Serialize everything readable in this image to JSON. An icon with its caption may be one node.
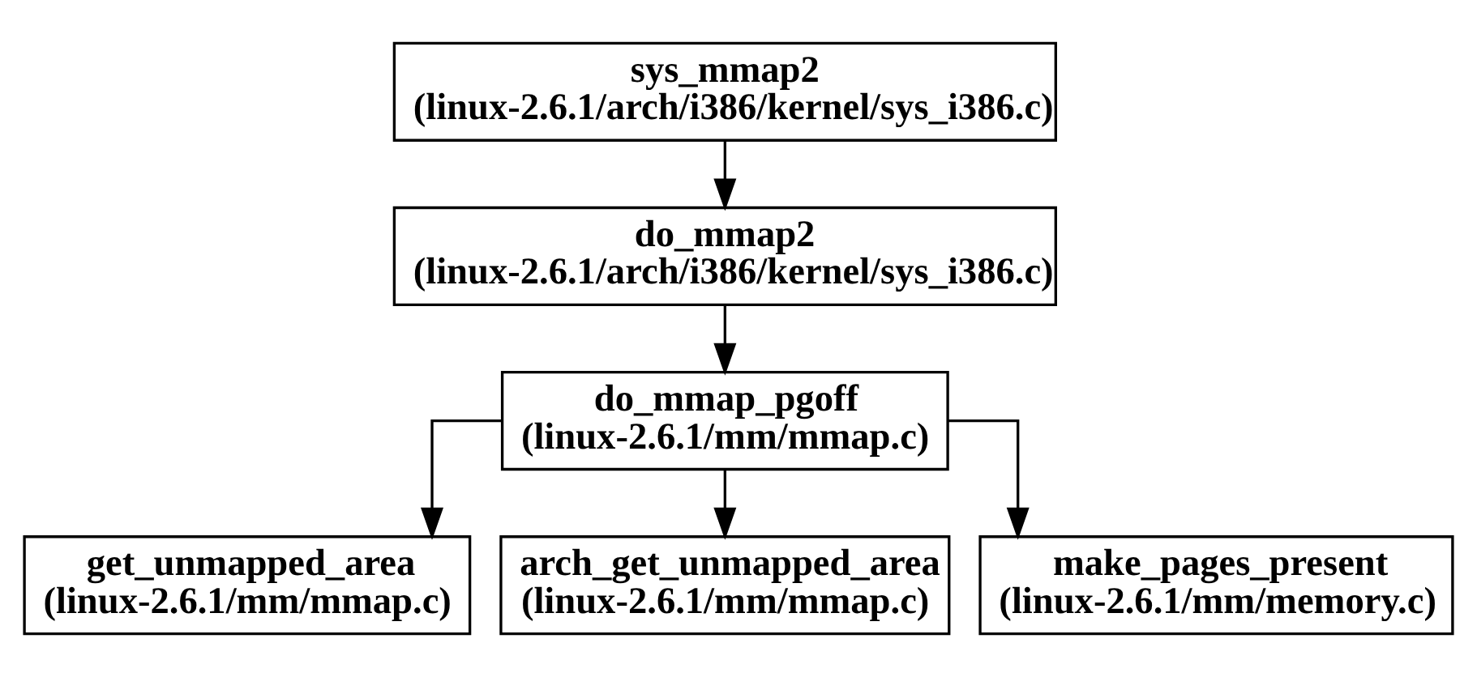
{
  "diagram": {
    "nodes": [
      {
        "text": [
          "sys_mmap2",
          "(linux-2.6.1/arch/i386/kernel/sys_i386.c)"
        ]
      },
      {
        "text": [
          "do_mmap2",
          "(linux-2.6.1/arch/i386/kernel/sys_i386.c)"
        ]
      },
      {
        "text": [
          "do_mmap_pgoff",
          "(linux-2.6.1/mm/mmap.c)"
        ]
      },
      {
        "text": [
          "get_unmapped_area",
          "(linux-2.6.1/mm/mmap.c)"
        ]
      },
      {
        "text": [
          "arch_get_unmapped_area",
          "(linux-2.6.1/mm/mmap.c)"
        ]
      },
      {
        "text": [
          "make_pages_present",
          "(linux-2.6.1/mm/memory.c)"
        ]
      }
    ],
    "edges": [
      {
        "from": 0,
        "to": 1,
        "arrow": "to"
      },
      {
        "from": 1,
        "to": 2,
        "arrow": "to"
      },
      {
        "from": 2,
        "to": 3,
        "arrow": "to"
      },
      {
        "from": 2,
        "to": 4,
        "arrow": "to"
      },
      {
        "from": 2,
        "to": 5,
        "arrow": "to"
      }
    ]
  }
}
